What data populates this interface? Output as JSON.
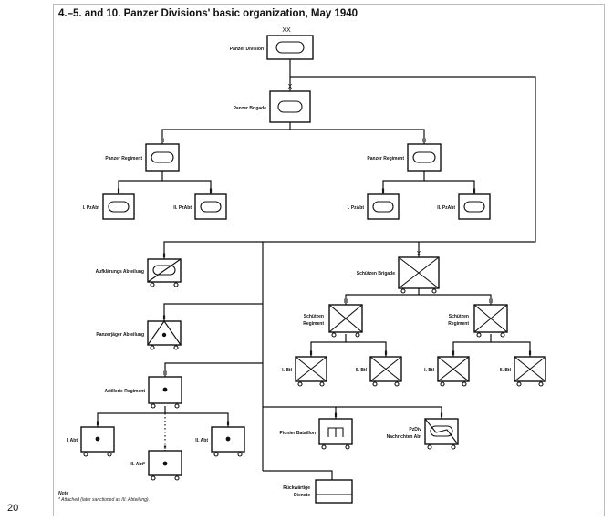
{
  "page_number": "20",
  "title": "4.–5. and 10. Panzer Divisions' basic organization, May 1940",
  "note": {
    "heading": "Note",
    "text": "* Attached (later sanctioned as III. Abteilung)."
  },
  "units": {
    "division": {
      "label": "Panzer Division",
      "echelon": "XX"
    },
    "brigade": {
      "label": "Panzer Brigade",
      "echelon": "X"
    },
    "regiment_left": {
      "label": "Panzer Regiment",
      "echelon": "III"
    },
    "regiment_right": {
      "label": "Panzer Regiment",
      "echelon": "III"
    },
    "pzabt_1_left": {
      "label": "I. PzAbt",
      "echelon": "II"
    },
    "pzabt_2_left": {
      "label": "II. PzAbt",
      "echelon": "II"
    },
    "pzabt_1_right": {
      "label": "I. PzAbt",
      "echelon": "II"
    },
    "pzabt_2_right": {
      "label": "II. PzAbt",
      "echelon": "II"
    },
    "recon": {
      "label": "Aufklärungs Abteilung",
      "echelon": "II"
    },
    "antitank": {
      "label": "Panzerjäger Abteilung",
      "echelon": "II"
    },
    "artillery": {
      "label": "Artillerie Regiment",
      "echelon": "III"
    },
    "art_1": {
      "label": "I. Abt",
      "echelon": "II"
    },
    "art_2": {
      "label": "II. Abt",
      "echelon": "II"
    },
    "art_3": {
      "label": "III. Abt*",
      "echelon": "II"
    },
    "rifle_brigade": {
      "label": "Schützen Brigade",
      "echelon": "X"
    },
    "rifle_reg_left": {
      "label_line1": "Schützen",
      "label_line2": "Regiment",
      "echelon": "III"
    },
    "rifle_reg_right": {
      "label_line1": "Schützen",
      "label_line2": "Regiment",
      "echelon": "III"
    },
    "btl_1_left": {
      "label": "I. Btl",
      "echelon": "II"
    },
    "btl_2_left": {
      "label": "II. Btl",
      "echelon": "II"
    },
    "btl_1_right": {
      "label": "I. Btl",
      "echelon": "II"
    },
    "btl_2_right": {
      "label": "II. Btl",
      "echelon": "II"
    },
    "pioneer": {
      "label": "Pionier Bataillon",
      "echelon": "II"
    },
    "signals": {
      "label_line1": "PzDiv",
      "label_line2": "Nachrichten Abt",
      "echelon": "II"
    },
    "rear": {
      "label_line1": "Rückwärtige",
      "label_line2": "Dienste"
    }
  }
}
